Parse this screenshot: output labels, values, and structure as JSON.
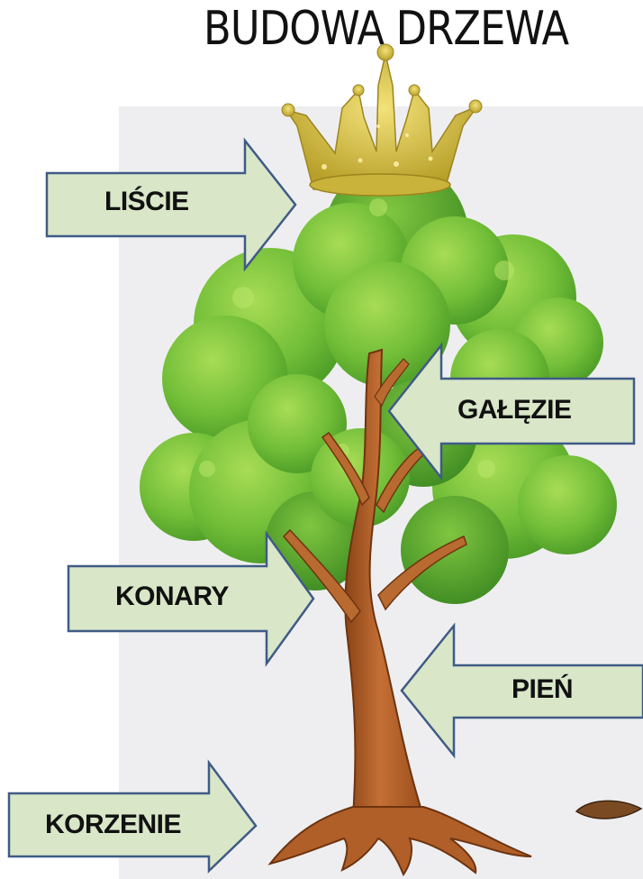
{
  "title": "BUDOWA DRZEWA",
  "labels": {
    "leaves": "LIŚCIE",
    "twigs": "GAŁĘZIE",
    "boughs": "KONARY",
    "trunk": "PIEŃ",
    "roots": "KORZENIE"
  },
  "colors": {
    "arrow_fill": "#d9e6c8",
    "arrow_stroke": "#3f5b86",
    "trunk": "#b8652c",
    "foliage_dark": "#4f9d2a",
    "foliage_mid": "#6bbb36",
    "foliage_light": "#9bd24a",
    "crown_gold": "#d8c43a"
  }
}
